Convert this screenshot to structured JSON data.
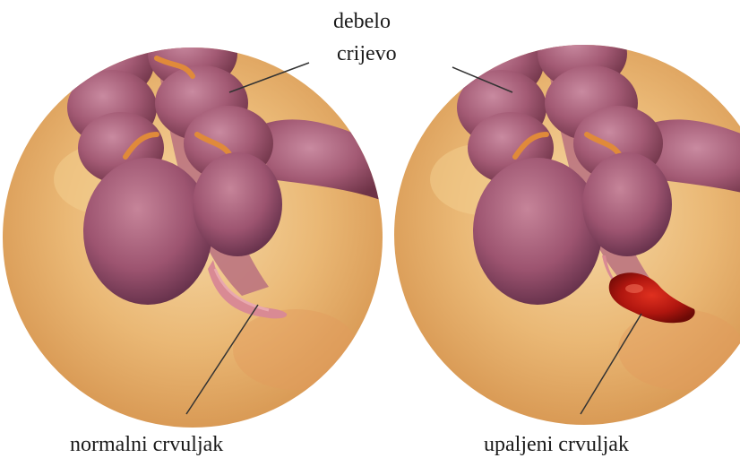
{
  "labels": {
    "colon_line1": "debelo",
    "colon_line2": "crijevo",
    "normal": "normalni crvuljak",
    "inflamed": "upaljeni crvuljak"
  },
  "colors": {
    "background_warm": "#e9b36a",
    "background_light": "#f3d29a",
    "bowel": "#a35a74",
    "bowel_highlight": "#c98aa0",
    "bowel_shadow": "#6e3347",
    "appendix_normal": "#d98a94",
    "appendix_inflamed": "#b0160f",
    "vessel": "#e08a3a",
    "leader_line": "#333333"
  }
}
